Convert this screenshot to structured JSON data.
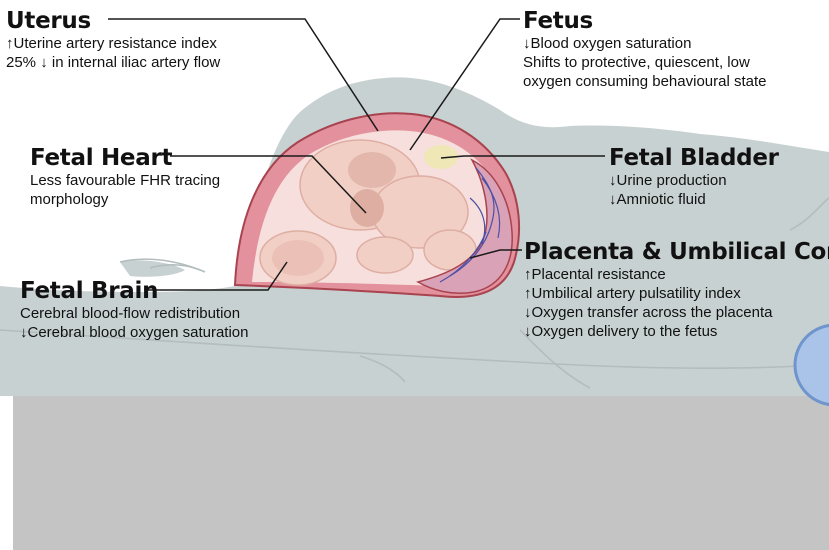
{
  "labels": {
    "uterus": {
      "title": "Uterus",
      "lines": [
        "↑Uterine artery resistance index",
        "25% ↓ in internal iliac artery flow"
      ]
    },
    "fetus": {
      "title": "Fetus",
      "lines": [
        "↓Blood oxygen saturation",
        "Shifts to protective, quiescent, low",
        "oxygen consuming behavioural state"
      ]
    },
    "fetal_heart": {
      "title": "Fetal Heart",
      "lines": [
        "Less favourable FHR tracing",
        "morphology"
      ]
    },
    "fetal_bladder": {
      "title": "Fetal Bladder",
      "lines": [
        "↓Urine production",
        "↓Amniotic fluid"
      ]
    },
    "placenta_cord": {
      "title": "Placenta & Umbilical Cord",
      "lines": [
        "↑Placental resistance",
        "↑Umbilical artery pulsatility index",
        "↓Oxygen transfer across the placenta",
        "↓Oxygen delivery to the fetus"
      ]
    },
    "fetal_brain": {
      "title": "Fetal Brain",
      "lines": [
        "Cerebral blood-flow redistribution",
        "↓Cerebral blood oxygen saturation"
      ]
    }
  },
  "colors": {
    "body": "#c8d1d1",
    "body_outline": "#b3bdbd",
    "floor": "#c4c4c4",
    "uterus_wall": "#e2919d",
    "uterus_outline": "#a8434f",
    "amniotic": "#f6dfdc",
    "fetus_skin": "#f2cfc4",
    "fetus_shade": "#deaea3",
    "placenta": "#d9a2b7",
    "vessels": "#4b4fa6",
    "leader_line": "#1a1a1a",
    "text": "#111111",
    "ball": "#a9c4e8"
  }
}
